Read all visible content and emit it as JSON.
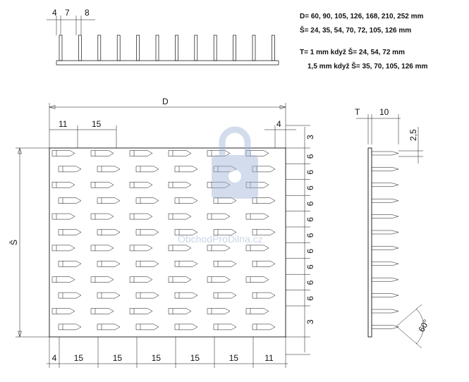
{
  "notes": {
    "d_values": "D= 60, 90, 105, 126, 168, 210, 252 mm",
    "s_values": "Š= 24, 35, 54, 70, 72, 105, 126 mm",
    "t_line1": "T= 1 mm když Š= 24, 54, 72 mm",
    "t_line2": "1,5 mm když Š= 35, 70, 105, 126 mm"
  },
  "top_view": {
    "dim_4": "4",
    "dim_7": "7",
    "dim_8": "8"
  },
  "front_view": {
    "label_D": "D",
    "label_S": "Š",
    "dim_11_top": "11",
    "dim_15_top": "15",
    "dim_4_top": "4",
    "right_dims": [
      "3",
      "6",
      "6",
      "6",
      "6",
      "6",
      "6",
      "6",
      "6",
      "6",
      "6",
      "3"
    ],
    "bottom_dims": [
      "4",
      "15",
      "15",
      "15",
      "15",
      "15",
      "11"
    ]
  },
  "side_view": {
    "label_T": "T",
    "dim_10": "10",
    "dim_2_5": "2,5",
    "angle": "60°"
  },
  "watermark": "ObchodProDilna.cz"
}
